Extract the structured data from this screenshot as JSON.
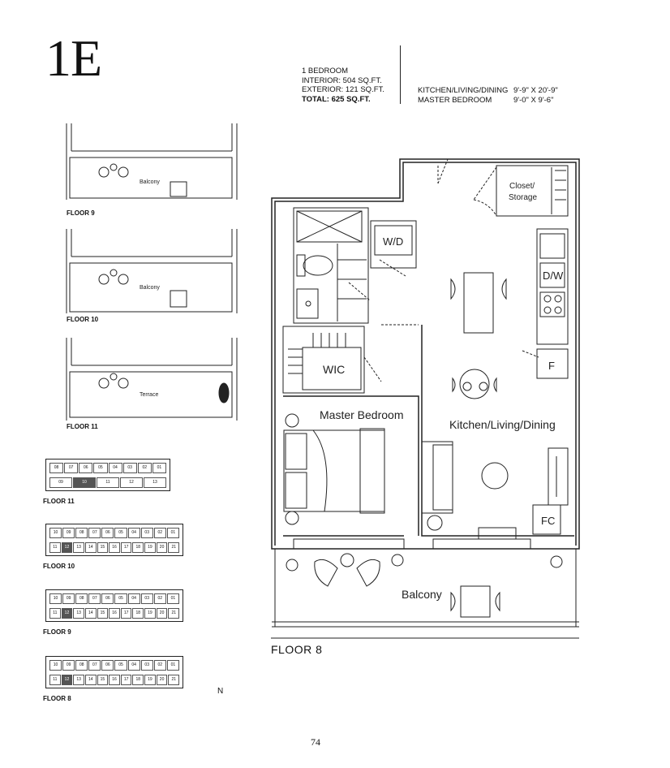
{
  "unit": {
    "name": "1E",
    "type": "1 BEDROOM",
    "interior": "INTERIOR: 504 SQ.FT.",
    "exterior": "EXTERIOR: 121 SQ.FT.",
    "total": "TOTAL: 625 SQ.FT."
  },
  "dimensions": [
    {
      "room": "KITCHEN/LIVING/DINING",
      "size": "9'-9\" x 20'-9\""
    },
    {
      "room": "MASTER BEDROOM",
      "size": "9'-0\" x 9'-6\""
    }
  ],
  "plan": {
    "closet": [
      "Closet/",
      "Storage"
    ],
    "wd": "W/D",
    "dw": "D/W",
    "wic": "WIC",
    "fridge": "F",
    "master_bedroom": "Master Bedroom",
    "kitchen_living": "Kitchen/Living/Dining",
    "fc": "FC",
    "balcony": "Balcony",
    "floor": "FLOOR 8"
  },
  "thumbs": [
    {
      "label": "FLOOR 9",
      "outdoor": "Balcony"
    },
    {
      "label": "FLOOR 10",
      "outdoor": "Balcony"
    },
    {
      "label": "FLOOR 11",
      "outdoor": "Terrace"
    }
  ],
  "keyplans": [
    {
      "label": "FLOOR 11",
      "top": [
        "08",
        "07",
        "06",
        "05",
        "04",
        "03",
        "02",
        "01"
      ],
      "bottom": [
        "09",
        "10",
        "11",
        "12",
        "13"
      ]
    },
    {
      "label": "FLOOR 10",
      "top": [
        "10",
        "09",
        "08",
        "07",
        "06",
        "05",
        "04",
        "03",
        "02",
        "01"
      ],
      "bottom": [
        "11",
        "12",
        "13",
        "14",
        "15",
        "16",
        "17",
        "18",
        "19",
        "20",
        "21"
      ]
    },
    {
      "label": "FLOOR 9",
      "top": [
        "10",
        "09",
        "08",
        "07",
        "06",
        "05",
        "04",
        "03",
        "02",
        "01"
      ],
      "bottom": [
        "11",
        "12",
        "13",
        "14",
        "15",
        "16",
        "17",
        "18",
        "19",
        "20",
        "21"
      ]
    },
    {
      "label": "FLOOR 8",
      "top": [
        "10",
        "09",
        "08",
        "07",
        "06",
        "05",
        "04",
        "03",
        "02",
        "01"
      ],
      "bottom": [
        "11",
        "12",
        "13",
        "14",
        "15",
        "16",
        "17",
        "18",
        "19",
        "20",
        "21"
      ]
    }
  ],
  "north": "N",
  "page_number": "74"
}
